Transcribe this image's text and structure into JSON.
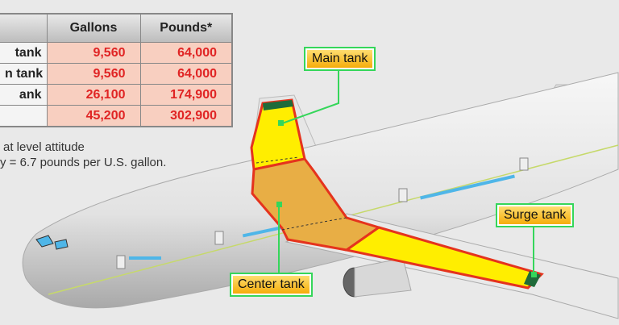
{
  "table": {
    "headers": [
      "",
      "Gallons",
      "Pounds*"
    ],
    "rows": [
      {
        "label": "tank",
        "gallons": "9,560",
        "pounds": "64,000"
      },
      {
        "label": "n tank",
        "gallons": "9,560",
        "pounds": "64,000"
      },
      {
        "label": "ank",
        "gallons": "26,100",
        "pounds": "174,900"
      },
      {
        "label": "",
        "gallons": "45,200",
        "pounds": "302,900"
      }
    ]
  },
  "notes": [
    "at level attitude",
    "y = 6.7 pounds per U.S. gallon."
  ],
  "callouts": {
    "main": "Main tank",
    "surge": "Surge tank",
    "center": "Center tank"
  },
  "colors": {
    "main_tank": "#ffee00",
    "center_tank": "#e8ae45",
    "surge_tank": "#1f6b3a",
    "tank_outline": "#e5331d",
    "callout_line": "#35d65a"
  }
}
